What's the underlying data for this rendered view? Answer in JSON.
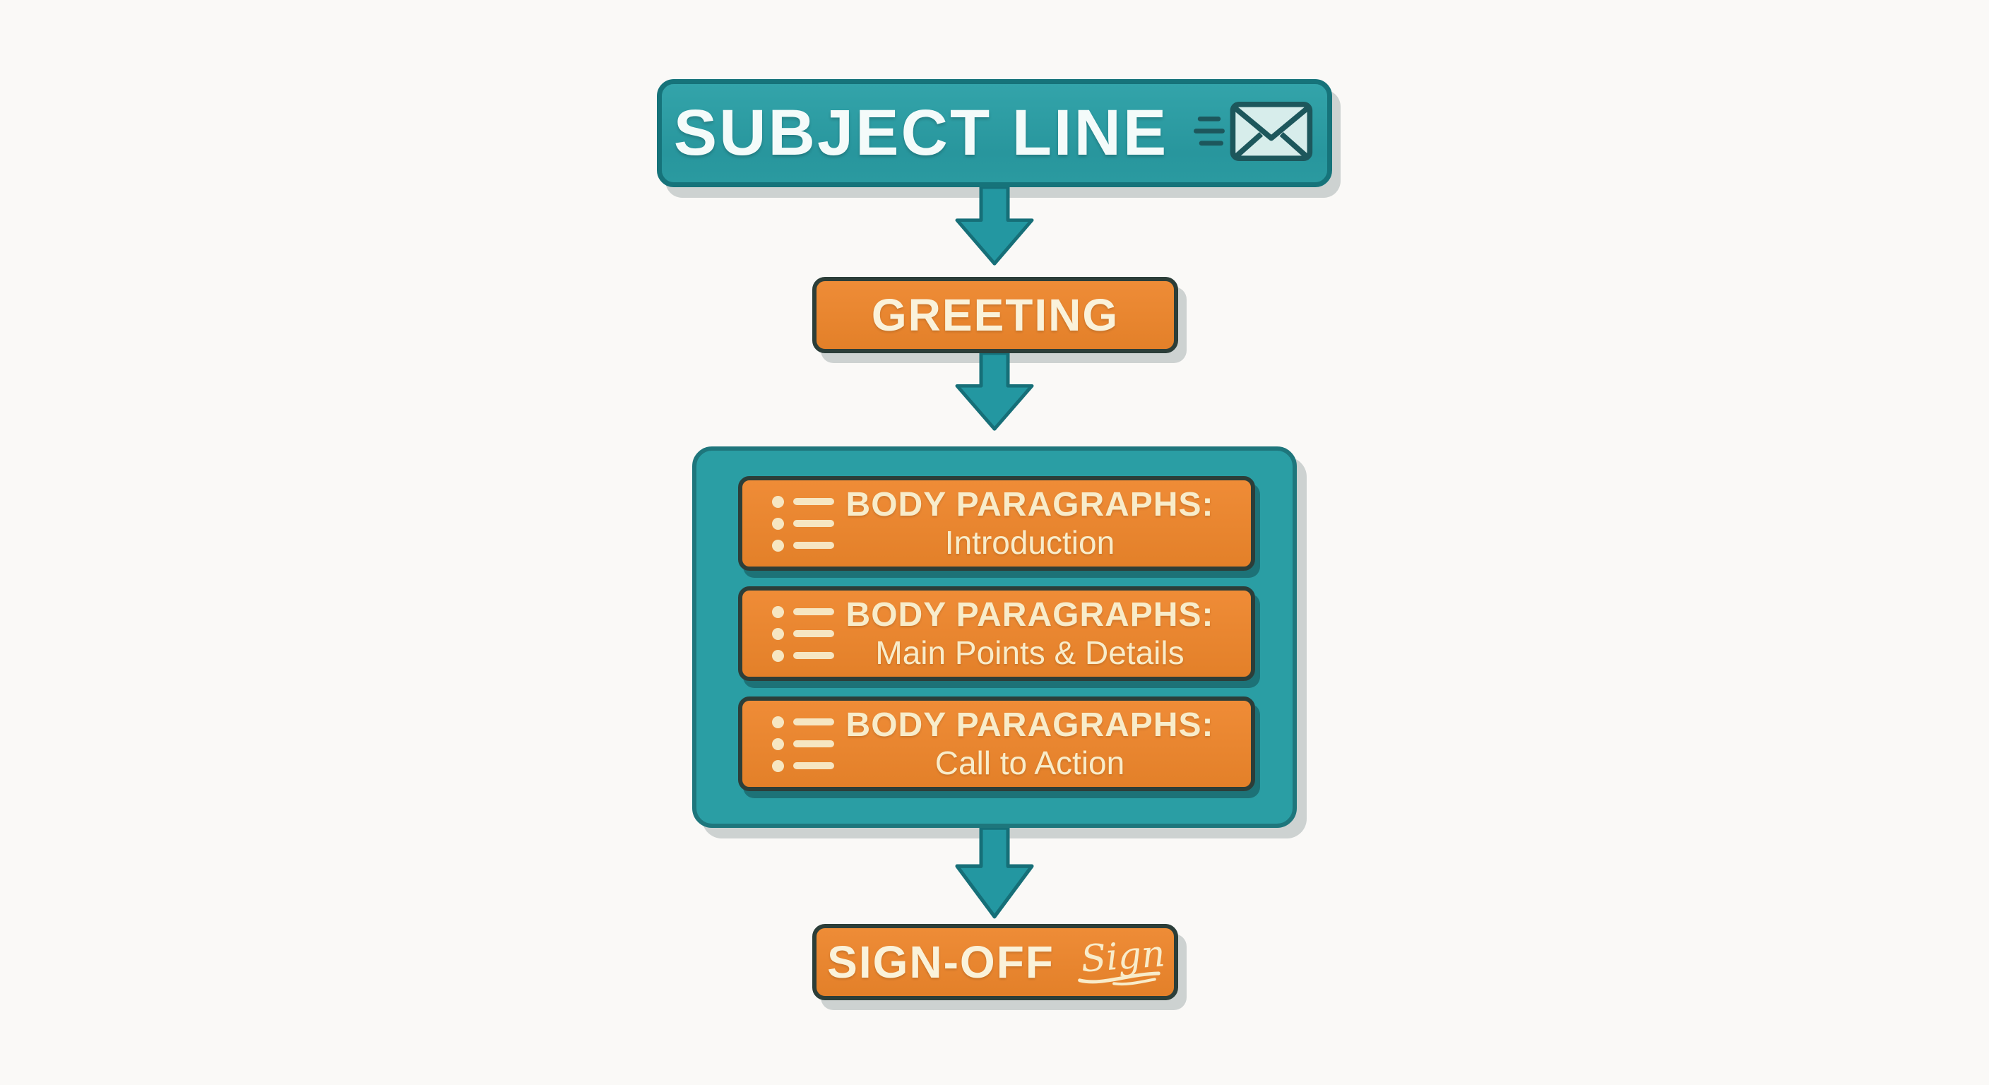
{
  "colors": {
    "background": "#faf9f7",
    "teal_fill": "#2a9ea4",
    "teal_border": "#16737a",
    "arrow_teal": "#2397a1",
    "arrow_border": "#166f78",
    "orange_fill": "#e8842f",
    "node_border_dark": "#2c3e39",
    "cream_text": "#f8ecca",
    "white_text": "#f4fbfa",
    "shadow_gray": "#cdd2d1",
    "envelope_fill": "#d7edeb",
    "envelope_outline": "#1d575c"
  },
  "nodes": {
    "subject": {
      "label": "SUBJECT LINE",
      "icon": "envelope-icon"
    },
    "greeting": {
      "label": "GREETING"
    },
    "body_group": {
      "items": [
        {
          "icon": "list-icon",
          "title": "BODY PARAGRAPHS:",
          "subtitle": "Introduction"
        },
        {
          "icon": "list-icon",
          "title": "BODY PARAGRAPHS:",
          "subtitle": "Main Points & Details"
        },
        {
          "icon": "list-icon",
          "title": "BODY PARAGRAPHS:",
          "subtitle": "Call to Action"
        }
      ]
    },
    "signoff": {
      "label": "SIGN-OFF",
      "signature_text": "Sign"
    }
  }
}
